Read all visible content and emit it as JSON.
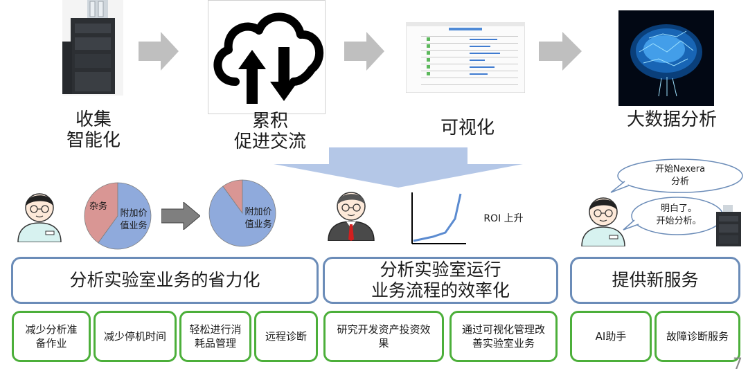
{
  "stages": [
    {
      "label1": "收集",
      "label2": "智能化"
    },
    {
      "label1": "累积",
      "label2": "促进交流"
    },
    {
      "label1": "可视化",
      "label2": ""
    },
    {
      "label1": "大数据分析",
      "label2": ""
    }
  ],
  "pie_before": {
    "labels": [
      "杂务",
      "附加价值业务"
    ],
    "display": [
      "杂务",
      "附加价\n值业务"
    ],
    "values": [
      40,
      60
    ],
    "colors": [
      "#d99694",
      "#8faadc"
    ]
  },
  "pie_after": {
    "labels": [
      "杂务",
      "附加价值业务"
    ],
    "display": [
      "",
      "附加价\n值业务"
    ],
    "values": [
      10,
      90
    ],
    "colors": [
      "#d99694",
      "#8faadc"
    ]
  },
  "roi_label": "ROI 上升",
  "bubbles": {
    "first": "开始Nexera\n分析",
    "second": "明白了。\n开始分析。"
  },
  "categories": [
    {
      "title": "分析实验室业务的省力化",
      "items": [
        "减少分析准\n备作业",
        "减少停机时间",
        "轻松进行消\n耗品管理",
        "远程诊断"
      ]
    },
    {
      "title": "分析实验室运行\n业务流程的效率化",
      "items": [
        "研究开发资产投资效\n果",
        "通过可视化管理改\n善实验室业务"
      ]
    },
    {
      "title": "提供新服务",
      "items": [
        "AI助手",
        "故障诊断服务"
      ]
    }
  ],
  "page_number": "7",
  "colors": {
    "arrow_gray": "#bfbfbf",
    "big_arrow": "#b4c7e7",
    "box_blue": "#6b8cb8",
    "box_green": "#4caf3a"
  }
}
